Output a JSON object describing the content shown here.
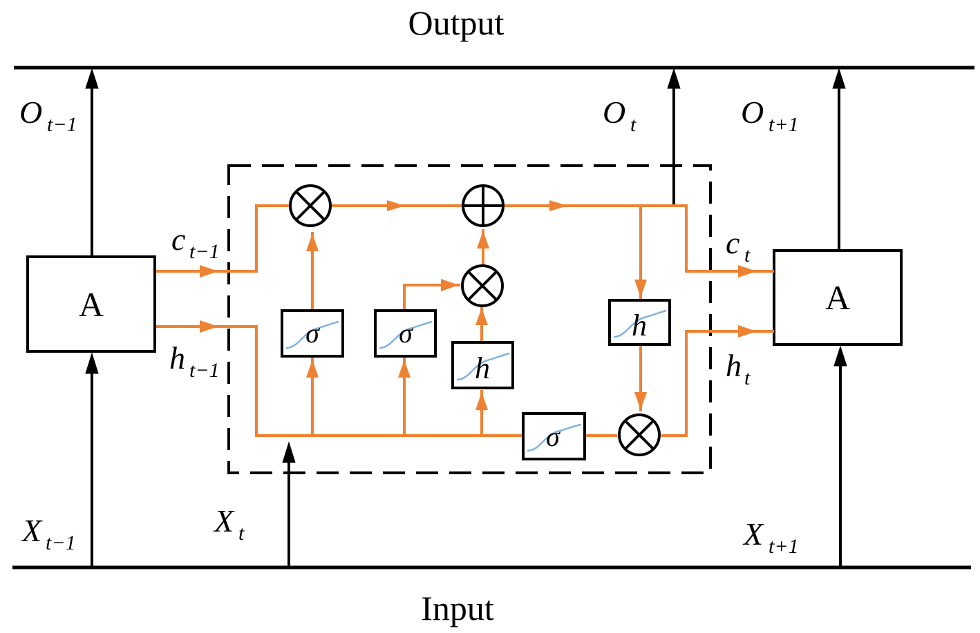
{
  "title": "Output",
  "input_label": "Input",
  "cells": {
    "left": "A",
    "right": "A"
  },
  "labels": {
    "o_prev": {
      "base": "O",
      "sub": "t−1"
    },
    "o_cur": {
      "base": "O",
      "sub": "t"
    },
    "o_next": {
      "base": "O",
      "sub": "t+1"
    },
    "c_prev": {
      "base": "c",
      "sub": "t−1"
    },
    "h_prev": {
      "base": "h",
      "sub": "t−1"
    },
    "c_cur": {
      "base": "c",
      "sub": "t"
    },
    "h_cur": {
      "base": "h",
      "sub": "t"
    },
    "x_prev": {
      "base": "X",
      "sub": "t−1"
    },
    "x_cur": {
      "base": "X",
      "sub": "t"
    },
    "x_next": {
      "base": "X",
      "sub": "t+1"
    }
  },
  "gates": {
    "forget": "σ",
    "input": "σ",
    "candidate": "h",
    "output": "σ",
    "cell_tanh": "h"
  },
  "colors": {
    "flow": "#EE8233",
    "curve": "#7FB2E0",
    "line": "#000000"
  }
}
